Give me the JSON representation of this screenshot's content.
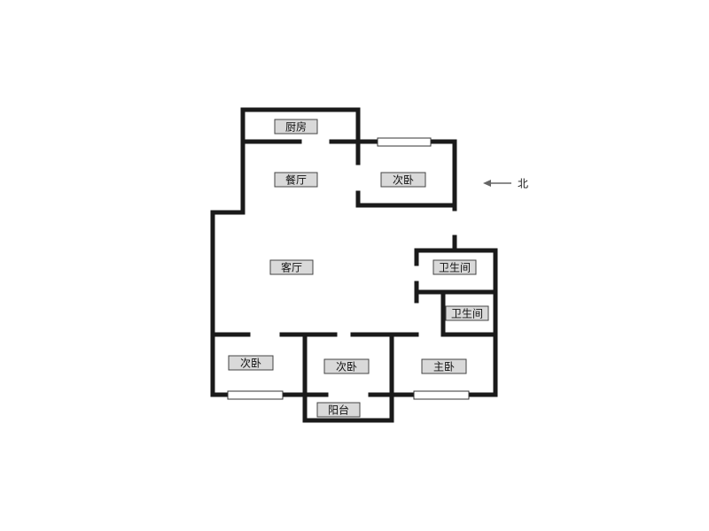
{
  "rooms": {
    "kitchen": "厨房",
    "dining": "餐厅",
    "bedroom_ne": "次卧",
    "living": "客厅",
    "bath_1": "卫生间",
    "bath_2": "卫生间",
    "bedroom_sw": "次卧",
    "bedroom_s": "次卧",
    "master": "主卧",
    "balcony": "阳台"
  },
  "compass": {
    "label": "北"
  }
}
